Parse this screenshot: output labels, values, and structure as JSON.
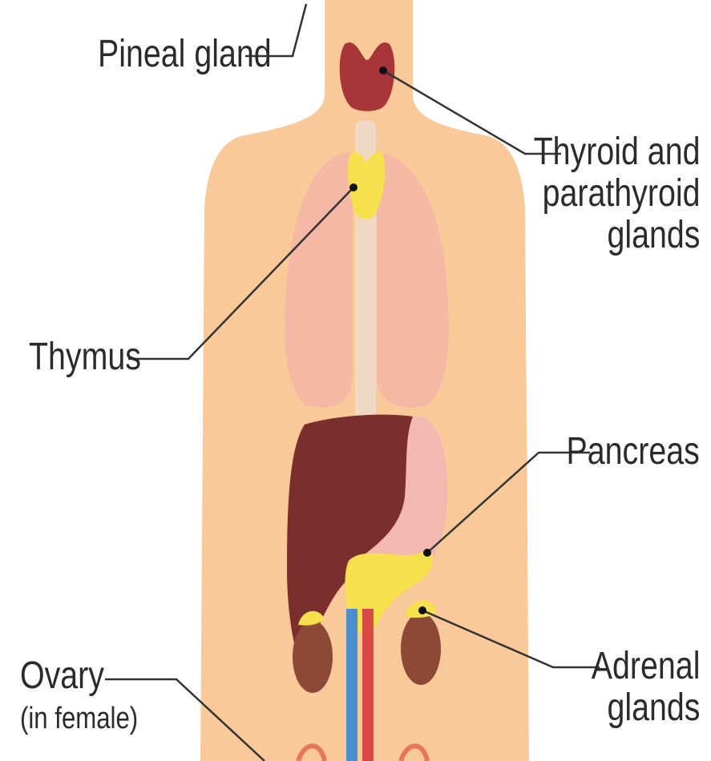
{
  "labels": {
    "pineal": "Pineal gland",
    "thyroid": [
      "Thyroid and",
      "parathyroid",
      "glands"
    ],
    "thymus": "Thymus",
    "pancreas": "Pancreas",
    "ovary": "Ovary",
    "ovary_note": "(in female)",
    "adrenal": [
      "Adrenal",
      "glands"
    ]
  },
  "colors": {
    "background": "#ffffff",
    "skin": "#f9c99a",
    "lung": "#f4b8a4",
    "liver": "#7a2f2c",
    "stomach": "#f3b9b1",
    "gland": "#f5e04d",
    "thyroid": "#a8353a",
    "kidney": "#8c4a36",
    "artery": "#d94a45",
    "vein": "#4a8ed0",
    "leader_line": "#333333",
    "text": "#2b2b2b"
  }
}
